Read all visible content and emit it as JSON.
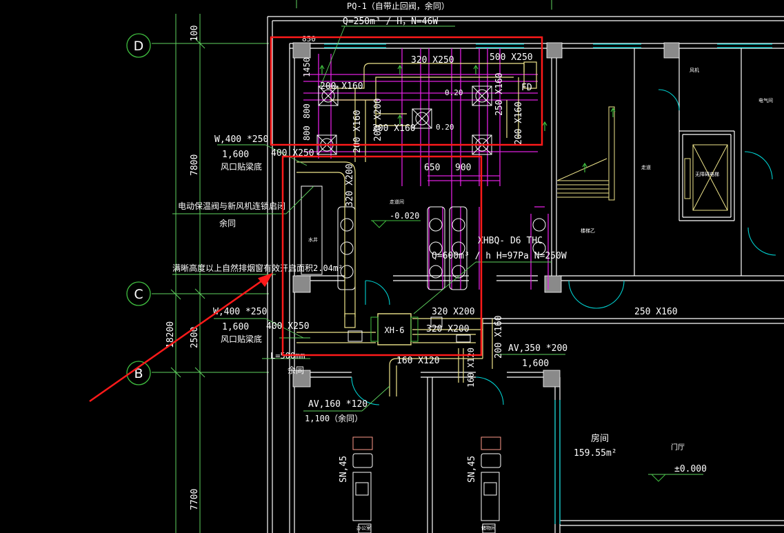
{
  "colors": {
    "background": "#000000",
    "dimension": "#5fd35f",
    "wall": "#ffffff",
    "axis": "#40c040",
    "duct": "#f0e68c",
    "pipe_magenta": "#e020e0",
    "door": "#00d0d0",
    "highlight": "#ff1a1a",
    "text_white": "#ffffff"
  },
  "axes": {
    "d": "D",
    "c": "C",
    "b": "B"
  },
  "dimensions": {
    "d100": "100",
    "d7800": "7800",
    "d2500": "2500",
    "d18200": "18200",
    "d7700": "7700",
    "d850": "850",
    "d1450": "1450",
    "d800a": "800",
    "d800b": "800",
    "d650": "650",
    "d900": "900"
  },
  "labels": {
    "pq1": "PQ-1（自带止回阀，余同）",
    "pq1_spec": "Q=250m³ / H，N=46W",
    "w400_a": "W,400 *250",
    "w400_a_h": "1,600",
    "w400_a_note": "风口贴梁底",
    "w400_b": "W,400 *250",
    "w400_b_h": "1,600",
    "w400_b_note": "风口贴梁底",
    "damper_note": "电动保温阀与新风机连锁启闭",
    "same1": "余同",
    "smoke_note": "满晰高度以上自然排烟窗有效开启面积2.04m²",
    "l500": "L=500mm",
    "same2": "余同",
    "av160": "AV,160 *120",
    "av160_h": "1,100（余同）",
    "av350": "AV,350 *200",
    "av350_h": "1,600",
    "xhbq": "XHBQ- D6 THC",
    "xhbq_spec": "Q=600m³ / h  H=97Pa  N=250W",
    "xh6": "XH-6",
    "level_a": "-0.020",
    "level_b": "±0.000",
    "room": "房间",
    "room_area": "159.55m²",
    "hall": "门厅",
    "sn45a": "SN,45",
    "sn45b": "SN,45",
    "fd": "FD",
    "r020a": "0.20",
    "r020b": "0.20"
  },
  "ducts": {
    "d320x250": "320 X250",
    "d500x250": "500 X250",
    "d200x160a": "200 X160",
    "d200x160b": "200 X160",
    "d250x160": "250 X160",
    "d200x160c": "200 X160",
    "d200x160d": "200 X160",
    "d400x250a": "400 X250",
    "d320x200a": "320 X200",
    "d400x250b": "400 X250",
    "d320x200b": "320 X200",
    "d320x200c": "320 X200",
    "d250x160b": "250 X160",
    "d200x160e": "200 X160",
    "d160x120a": "160 X120",
    "d160x120b": "160 X120",
    "d200x200": "200 X200"
  },
  "small_labels": {
    "s1": "风机",
    "s2": "电气间",
    "s3": "走道",
    "s4": "无障碍电梯",
    "s5": "楼梯乙",
    "s6": "走道间",
    "s7": "水井",
    "s8": "办公室",
    "s9": "储物间"
  }
}
